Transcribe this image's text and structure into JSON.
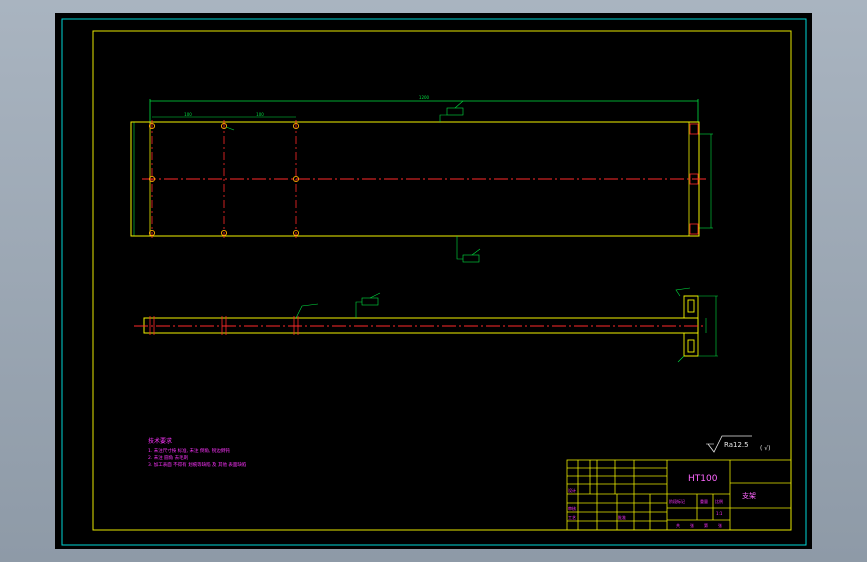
{
  "drawing": {
    "material": "HT100",
    "title": "支架",
    "roughness": "Ra12.5",
    "roughness_suffix": "( √)",
    "tech_requirements": {
      "heading": "技术要求",
      "lines": [
        "1. 未注尺寸按 标准, 未注 倒角, 锐边倒钝",
        "2. 未注 圆角 去毛刺",
        "3. 加工表面 不得有 划痕等缺陷 及 其他 表面缺陷"
      ]
    },
    "title_block": {
      "designer_label": "设计",
      "checker_label": "审核",
      "process_label": "工艺",
      "approve_label": "批准",
      "stage_label": "阶段标记",
      "weight_label": "重量",
      "scale_label": "比例",
      "scale_value": "1:1",
      "sheet_labels": [
        "共",
        "张",
        "第",
        "张"
      ]
    },
    "dims": {
      "overall": "1200",
      "pitch_a": "100",
      "pitch_b": "100"
    },
    "colors": {
      "frame": "#00d6d6",
      "border": "#e8e800",
      "outline": "#f2f200",
      "center": "#ff2a2a",
      "dim": "#00e040",
      "text": "#ff33ff",
      "title": "#ff66ff",
      "symbol": "#e8e8e8"
    }
  }
}
